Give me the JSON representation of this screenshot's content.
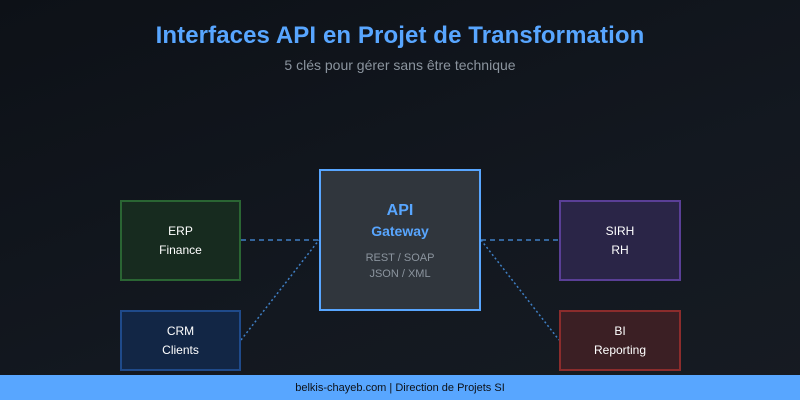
{
  "header": {
    "title": "Interfaces API en Projet de Transformation",
    "subtitle": "5 clés pour gérer sans être technique"
  },
  "nodes": {
    "erp": {
      "line1": "ERP",
      "line2": "Finance",
      "fill": "#172b1f",
      "border": "#2a6533"
    },
    "crm": {
      "line1": "CRM",
      "line2": "Clients",
      "fill": "#122645",
      "border": "#1f4a8a"
    },
    "sirh": {
      "line1": "SIRH",
      "line2": "RH",
      "fill": "#2a2547",
      "border": "#5a3f96"
    },
    "bi": {
      "line1": "BI",
      "line2": "Reporting",
      "fill": "#3b1f24",
      "border": "#8b2c2c"
    },
    "api": {
      "title": "API",
      "subtitle": "Gateway",
      "protocols": "REST / SOAP",
      "formats": "JSON / XML",
      "fill": "#30363d",
      "border": "#58a6ff"
    }
  },
  "connections": [
    {
      "from": "erp",
      "to": "api",
      "style": "dashed"
    },
    {
      "from": "crm",
      "to": "api",
      "style": "dashed"
    },
    {
      "from": "api",
      "to": "sirh",
      "style": "dashed"
    },
    {
      "from": "api",
      "to": "bi",
      "style": "dashed"
    }
  ],
  "footer": {
    "text": "belkis-chayeb.com | Direction de Projets SI"
  },
  "colors": {
    "accent": "#58a6ff",
    "background": "#0d1117",
    "muted_text": "#8b949e"
  }
}
